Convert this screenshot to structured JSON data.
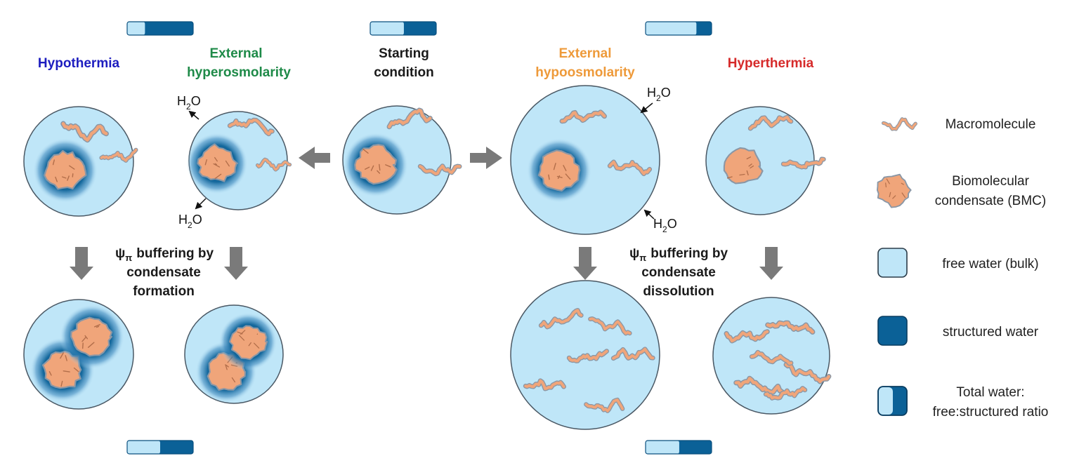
{
  "colors": {
    "free_water": "#bfe6f8",
    "structured_water": "#0b6197",
    "macromolecule": "#f0a57a",
    "macromolecule_outline": "#8a97a6",
    "arrow": "#7a7a7a",
    "hypothermia": "#1d1dbf",
    "hyperosmolarity": "#1e8a48",
    "starting": "#1a1a1a",
    "hypoosmolarity": "#ee9a3a",
    "hyperthermia": "#d62a2a"
  },
  "headers": {
    "hypothermia": "Hypothermia",
    "hyperosmolarity_l1": "External",
    "hyperosmolarity_l2": "hyperosmolarity",
    "starting_l1": "Starting",
    "starting_l2": "condition",
    "hypoosmolarity_l1": "External",
    "hypoosmolarity_l2": "hypoosmolarity",
    "hyperthermia": "Hyperthermia"
  },
  "water_label": {
    "h": "H",
    "sub": "2",
    "o": "O"
  },
  "buffering_left": {
    "psi": "ψ",
    "psi_sub": "π",
    "l1": "buffering by",
    "l2": "condensate",
    "l3": "formation"
  },
  "buffering_right": {
    "psi": "ψ",
    "psi_sub": "π",
    "l1": "buffering by",
    "l2": "condensate",
    "l3": "dissolution"
  },
  "ratio_bars": {
    "top_left_free_fraction": 0.27,
    "top_center_free_fraction": 0.51,
    "top_right_free_fraction": 0.77,
    "bottom_left_free_fraction": 0.5,
    "bottom_right_free_fraction": 0.51
  },
  "legend": [
    {
      "icon": "macromolecule-icon",
      "lines": [
        "Macromolecule"
      ]
    },
    {
      "icon": "bmc-icon",
      "lines": [
        "Biomolecular",
        "condensate (BMC)"
      ]
    },
    {
      "icon": "free-water-icon",
      "lines": [
        "free water (bulk)"
      ]
    },
    {
      "icon": "structured-water-icon",
      "lines": [
        "structured water"
      ]
    },
    {
      "icon": "total-water-icon",
      "lines": [
        "Total water:",
        "free:structured ratio"
      ]
    }
  ]
}
